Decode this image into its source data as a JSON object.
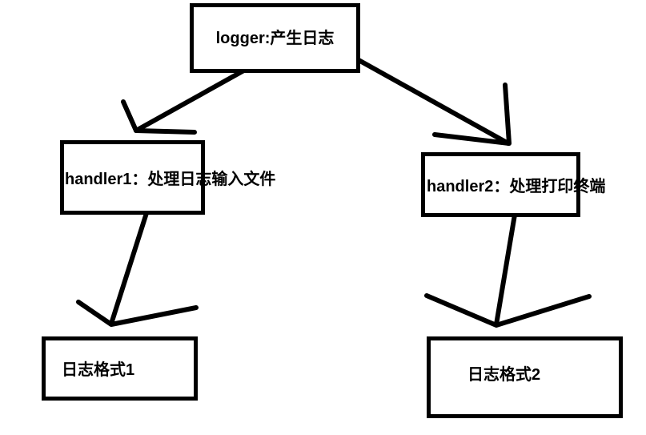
{
  "diagram": {
    "type": "flowchart",
    "background_color": "#ffffff",
    "stroke_color": "#000000",
    "text_color": "#000000",
    "nodes": {
      "logger": {
        "label": "logger:产生日志"
      },
      "handler1": {
        "label": "handler1：处理日志输入文件"
      },
      "handler2": {
        "label": "handler2：处理打印终端"
      },
      "formatter1": {
        "label": "日志格式1"
      },
      "formatter2": {
        "label": "日志格式2"
      }
    },
    "edges": [
      {
        "from": "logger",
        "to": "handler1",
        "style": "hand-drawn-arrow"
      },
      {
        "from": "logger",
        "to": "handler2",
        "style": "hand-drawn-arrow"
      },
      {
        "from": "handler1",
        "to": "formatter1",
        "style": "hand-drawn-arrow"
      },
      {
        "from": "handler2",
        "to": "formatter2",
        "style": "hand-drawn-arrow"
      }
    ]
  }
}
